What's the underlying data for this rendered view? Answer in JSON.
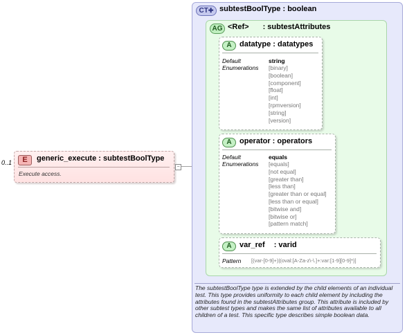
{
  "element": {
    "occurs": "0..1",
    "badge": "E",
    "title": "generic_execute : subtestBoolType",
    "documentation": "Execute access."
  },
  "complex_type": {
    "badge": "CT",
    "title": "subtestBoolType : boolean",
    "documentation": "The subtestBoolType type is extended by the child elements of an individual test.  This type provides uniformity to each child element by including the attributes found in the subtestAttributes group.  This attribute is included by other subtest types and makes the same list of attributes available to all children of a test.  This specific type describes simple boolean data."
  },
  "attribute_group": {
    "badge": "AG",
    "ref_label": "<Ref>",
    "title": ": subtestAttributes"
  },
  "attributes": [
    {
      "badge": "A",
      "title": "datatype : datatypes",
      "default_label": "Default",
      "default_value": "string",
      "enum_label": "Enumerations",
      "enumerations": [
        "[binary]",
        "[boolean]",
        "[component]",
        "[float]",
        "[int]",
        "[rpmversion]",
        "[string]",
        "[version]"
      ]
    },
    {
      "badge": "A",
      "title": "operator : operators",
      "default_label": "Default",
      "default_value": "equals",
      "enum_label": "Enumerations",
      "enumerations": [
        "[equals]",
        "[not equal]",
        "[greater than]",
        "[less than]",
        "[greater than or equal]",
        "[less than or equal]",
        "[bitwise and]",
        "[bitwise or]",
        "[pattern match]"
      ]
    },
    {
      "badge": "A",
      "name": "var_ref",
      "type": ": varid",
      "pattern_label": "Pattern",
      "pattern_value": "[(var-[0-9]+)|(oval:[A-Za-z\\-\\.]+:var:[1-9][0-9]*)]"
    }
  ]
}
